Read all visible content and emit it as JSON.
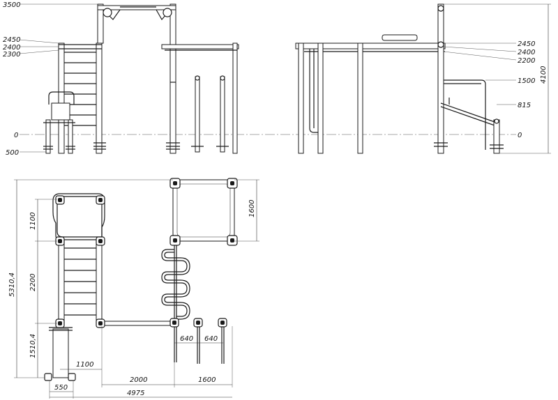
{
  "front_view": {
    "levels": {
      "top": "3500",
      "l2450": "2450",
      "l2400": "2400",
      "l2300": "2300",
      "ground": "0",
      "below": "500"
    }
  },
  "side_view": {
    "levels": {
      "l2450": "2450",
      "l2400": "2400",
      "l2200": "2200",
      "l1500": "1500",
      "l815": "815",
      "ground": "0"
    },
    "total_height": "4100"
  },
  "plan_view": {
    "dims": {
      "total_depth": "5310,4",
      "d1100_v": "1100",
      "d2200": "2200",
      "d1510": "1510,4",
      "d1600_v": "1600",
      "d640_a": "640",
      "d640_b": "640",
      "d1100_h": "1100",
      "d550": "550",
      "d2000": "2000",
      "d1600_h": "1600",
      "d4975": "4975"
    }
  }
}
